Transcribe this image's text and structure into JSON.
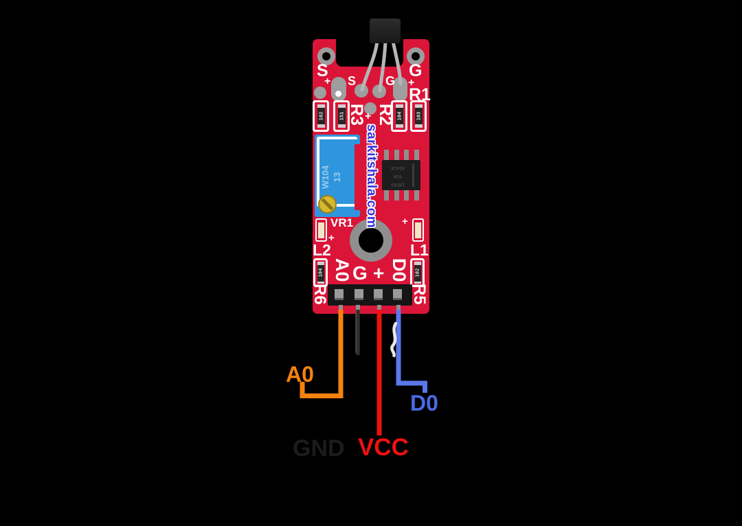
{
  "board": {
    "color": "#da1538",
    "watermark": {
      "text": "sarkitshala.com",
      "color": "#3232dd"
    },
    "top_labels": {
      "s": "S",
      "s_plus": "+",
      "g": "G",
      "g_plus": "+",
      "pad_s": "S",
      "pad_g": "G",
      "mid_plus": "+"
    },
    "designators": {
      "r1": "R1",
      "r2": "R2",
      "r3": "R3",
      "r5": "R5",
      "r6": "R6",
      "vr1": "VR1",
      "l1": "L1",
      "l2": "L2"
    },
    "led_marks": {
      "left_plus": "+",
      "right_plus": "+"
    },
    "resistors_top": [
      {
        "code": "102"
      },
      {
        "code": "151"
      },
      {
        "code": "104"
      },
      {
        "code": "103"
      }
    ],
    "resistors_bottom": [
      {
        "code": "104"
      },
      {
        "code": "102"
      }
    ],
    "potentiometer": {
      "code": "W104",
      "batch": "13",
      "body_color": "#2f96dd",
      "screw_color": "#d7b92e"
    },
    "ic": {
      "line1": "LM393",
      "line2": "91M",
      "line3": "H1418"
    },
    "pins": [
      {
        "label": "A0"
      },
      {
        "label": "G"
      },
      {
        "label": "+"
      },
      {
        "label": "D0"
      }
    ]
  },
  "wires": [
    {
      "id": "a0",
      "label": "A0",
      "color": "#f5820e"
    },
    {
      "id": "gnd",
      "label": "GND",
      "color": "#1c1c1c"
    },
    {
      "id": "vcc",
      "label": "VCC",
      "color": "#ee1111"
    },
    {
      "id": "d0",
      "label": "D0",
      "color": "#4a6be5"
    }
  ]
}
